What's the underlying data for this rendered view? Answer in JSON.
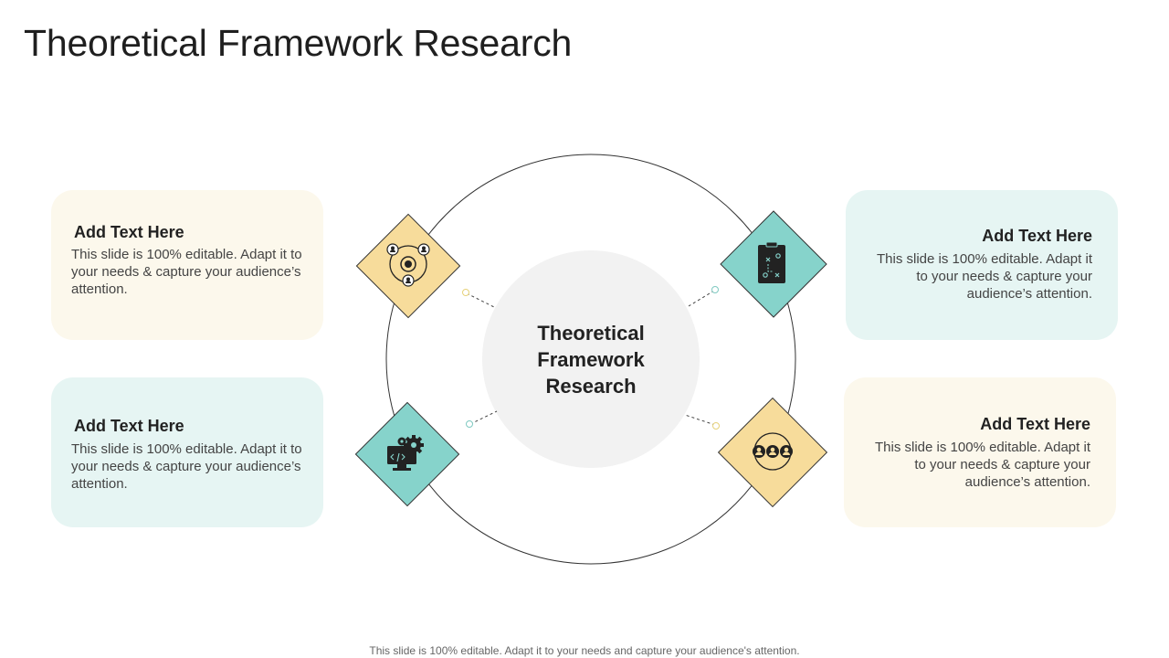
{
  "title": "Theoretical Framework Research",
  "center": {
    "lines": [
      "Theoretical",
      "Framework",
      "Research"
    ]
  },
  "cards": [
    {
      "title": "Add Text Here",
      "body": "This slide is 100% editable. Adapt it to your needs & capture your audience’s attention."
    },
    {
      "title": "Add Text Here",
      "body": "This slide is 100% editable. Adapt it to your needs & capture your audience’s attention."
    },
    {
      "title": "Add Text Here",
      "body": "This slide is 100% editable. Adapt it to your needs & capture your audience’s attention."
    },
    {
      "title": "Add Text Here",
      "body": "This slide is 100% editable. Adapt it to your needs & capture your audience’s attention."
    }
  ],
  "icons": [
    "team-network-icon",
    "strategy-board-icon",
    "coding-gear-icon",
    "group-icon"
  ],
  "colors": {
    "cream": "#fcf8ec",
    "mint": "#e6f5f3",
    "yellow_diamond": "#f7dc9b",
    "teal_diamond": "#86d3cb"
  },
  "footer": "This slide is 100% editable. Adapt it to your needs and capture your audience's attention."
}
